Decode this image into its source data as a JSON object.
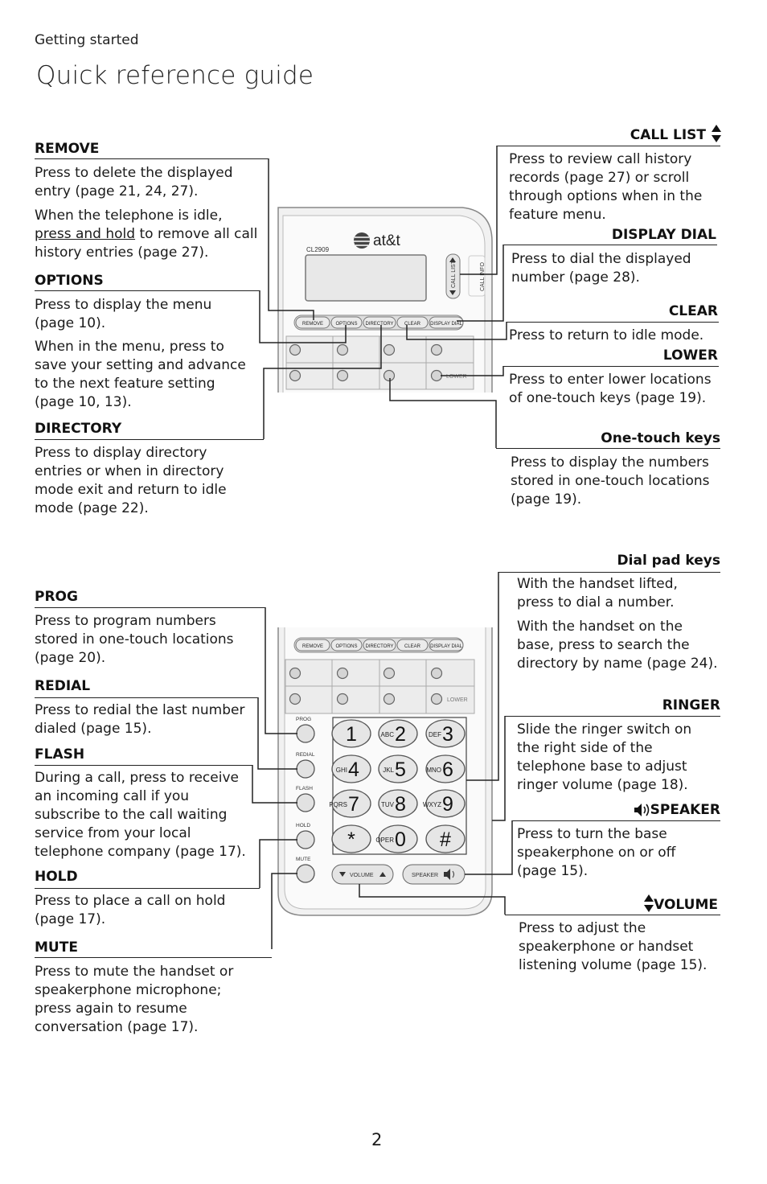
{
  "header": {
    "section": "Getting started",
    "title": "Quick reference guide"
  },
  "top_left": [
    {
      "heading": "REMOVE",
      "paragraphs": [
        "Press to delete the displayed entry (page 21, 24, 27)."
      ],
      "extra": {
        "before": "When the telephone is idle,",
        "underlined": "press and hold",
        "after": "to remove all call history entries (page 27)."
      }
    },
    {
      "heading": "OPTIONS",
      "paragraphs": [
        "Press to display the menu (page 10).",
        "When in the menu, press to save your setting and advance to the next feature setting (page 10, 13)."
      ]
    },
    {
      "heading": "DIRECTORY",
      "paragraphs": [
        "Press to display directory entries or when in directory mode exit and return to idle mode (page 22)."
      ]
    }
  ],
  "top_right": [
    {
      "heading": "CALL LIST",
      "paragraphs": [
        "Press to review call history records (page 27) or scroll through options when in the feature menu."
      ]
    },
    {
      "heading": "DISPLAY DIAL",
      "paragraphs": [
        "Press to dial the displayed number (page 28)."
      ]
    },
    {
      "heading": "CLEAR",
      "paragraphs": [
        "Press to return to idle mode."
      ]
    },
    {
      "heading": "LOWER",
      "paragraphs": [
        "Press to enter lower locations of one-touch keys (page 19)."
      ]
    },
    {
      "heading": "One-touch keys",
      "paragraphs": [
        "Press to display the numbers stored in one-touch locations (page 19)."
      ]
    }
  ],
  "bottom_left": [
    {
      "heading": "PROG",
      "paragraphs": [
        "Press to program numbers stored in one-touch locations (page 20)."
      ]
    },
    {
      "heading": "REDIAL",
      "paragraphs": [
        "Press to redial the last number dialed (page 15)."
      ]
    },
    {
      "heading": "FLASH",
      "paragraphs": [
        "During a call, press to receive an incoming call if you subscribe to the call waiting service from your local telephone company (page 17)."
      ]
    },
    {
      "heading": "HOLD",
      "paragraphs": [
        "Press to place a call on hold (page 17)."
      ]
    },
    {
      "heading": "MUTE",
      "paragraphs": [
        "Press to mute the handset or speakerphone microphone; press again to resume conversation (page 17)."
      ]
    }
  ],
  "bottom_right": [
    {
      "heading": "Dial pad keys",
      "paragraphs": [
        "With the handset lifted, press to dial a number.",
        "With the handset on the base, press to search the directory by name (page 24)."
      ]
    },
    {
      "heading": "RINGER",
      "paragraphs": [
        "Slide the ringer switch on the right side of the telephone base to adjust ringer volume (page 18)."
      ]
    },
    {
      "heading": "SPEAKER",
      "paragraphs": [
        "Press to turn the base speakerphone on or off (page 15)."
      ]
    },
    {
      "heading": "VOLUME",
      "paragraphs": [
        "Press to adjust the speakerphone or handset listening volume (page 15)."
      ]
    }
  ],
  "phone_top": {
    "brand": "at&t",
    "model": "CL2909",
    "buttons": [
      "REMOVE",
      "OPTIONS",
      "DIRECTORY",
      "CLEAR",
      "DISPLAY DIAL"
    ],
    "call_list": "CALL LIST",
    "call_info": "CALL INFO",
    "lower": "LOWER"
  },
  "phone_bottom": {
    "buttons": [
      "REMOVE",
      "OPTIONS",
      "DIRECTORY",
      "CLEAR",
      "DISPLAY DIAL"
    ],
    "lower": "LOWER",
    "side_keys": [
      "PROG",
      "REDIAL",
      "FLASH",
      "HOLD",
      "MUTE"
    ],
    "keys": [
      {
        "digit": "1",
        "letters": ""
      },
      {
        "digit": "2",
        "letters": "ABC"
      },
      {
        "digit": "3",
        "letters": "DEF"
      },
      {
        "digit": "4",
        "letters": "GHI"
      },
      {
        "digit": "5",
        "letters": "JKL"
      },
      {
        "digit": "6",
        "letters": "MNO"
      },
      {
        "digit": "7",
        "letters": "PQRS"
      },
      {
        "digit": "8",
        "letters": "TUV"
      },
      {
        "digit": "9",
        "letters": "WXYZ"
      },
      {
        "digit": "*",
        "letters": ""
      },
      {
        "digit": "0",
        "letters": "OPER"
      },
      {
        "digit": "#",
        "letters": ""
      }
    ],
    "volume": "VOLUME",
    "speaker": "SPEAKER"
  },
  "page_number": "2"
}
